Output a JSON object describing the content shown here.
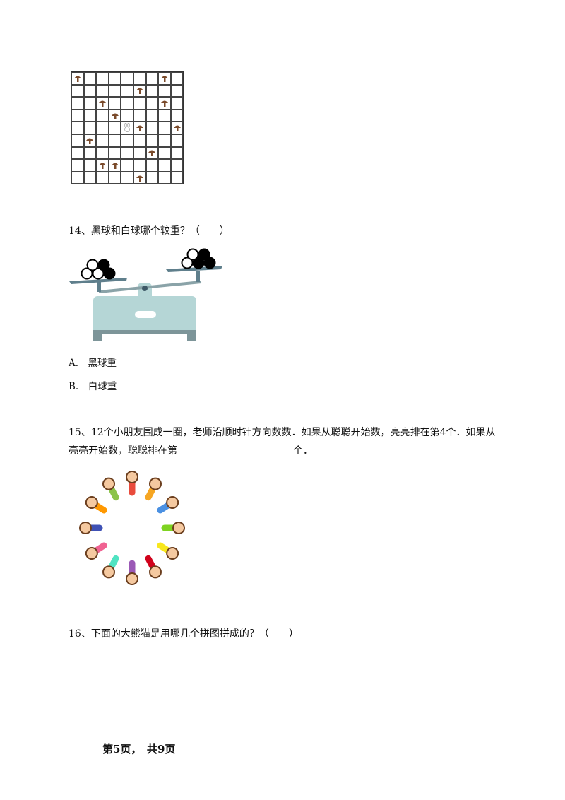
{
  "grid": {
    "size": 9,
    "mushrooms": [
      [
        0,
        0
      ],
      [
        0,
        7
      ],
      [
        1,
        5
      ],
      [
        2,
        2
      ],
      [
        2,
        7
      ],
      [
        3,
        3
      ],
      [
        4,
        5
      ],
      [
        4,
        8
      ],
      [
        5,
        1
      ],
      [
        6,
        6
      ],
      [
        7,
        2
      ],
      [
        7,
        3
      ],
      [
        8,
        5
      ]
    ],
    "rabbit": [
      4,
      4
    ],
    "mushroom_color": "#7a4a2a"
  },
  "q14": {
    "text": "14、黑球和白球哪个较重？（　　）",
    "options": [
      "A.　黑球重",
      "B.　白球重"
    ],
    "scale_color": "#b5d6d6",
    "beam_color": "#5f7f8c"
  },
  "q15": {
    "line1": "15、12个小朋友围成一圈，老师沿顺时针方向数数．如果从聪聪开始数，亮亮排在第4个．如果从",
    "line2_before": "亮亮开始数，聪聪排在第",
    "line2_after": "个．",
    "children_count": 12
  },
  "q16": {
    "text": "16、下面的大熊猫是用哪几个拼图拼成的？（　　）"
  },
  "footer": {
    "page": "第5页，　共9页"
  }
}
